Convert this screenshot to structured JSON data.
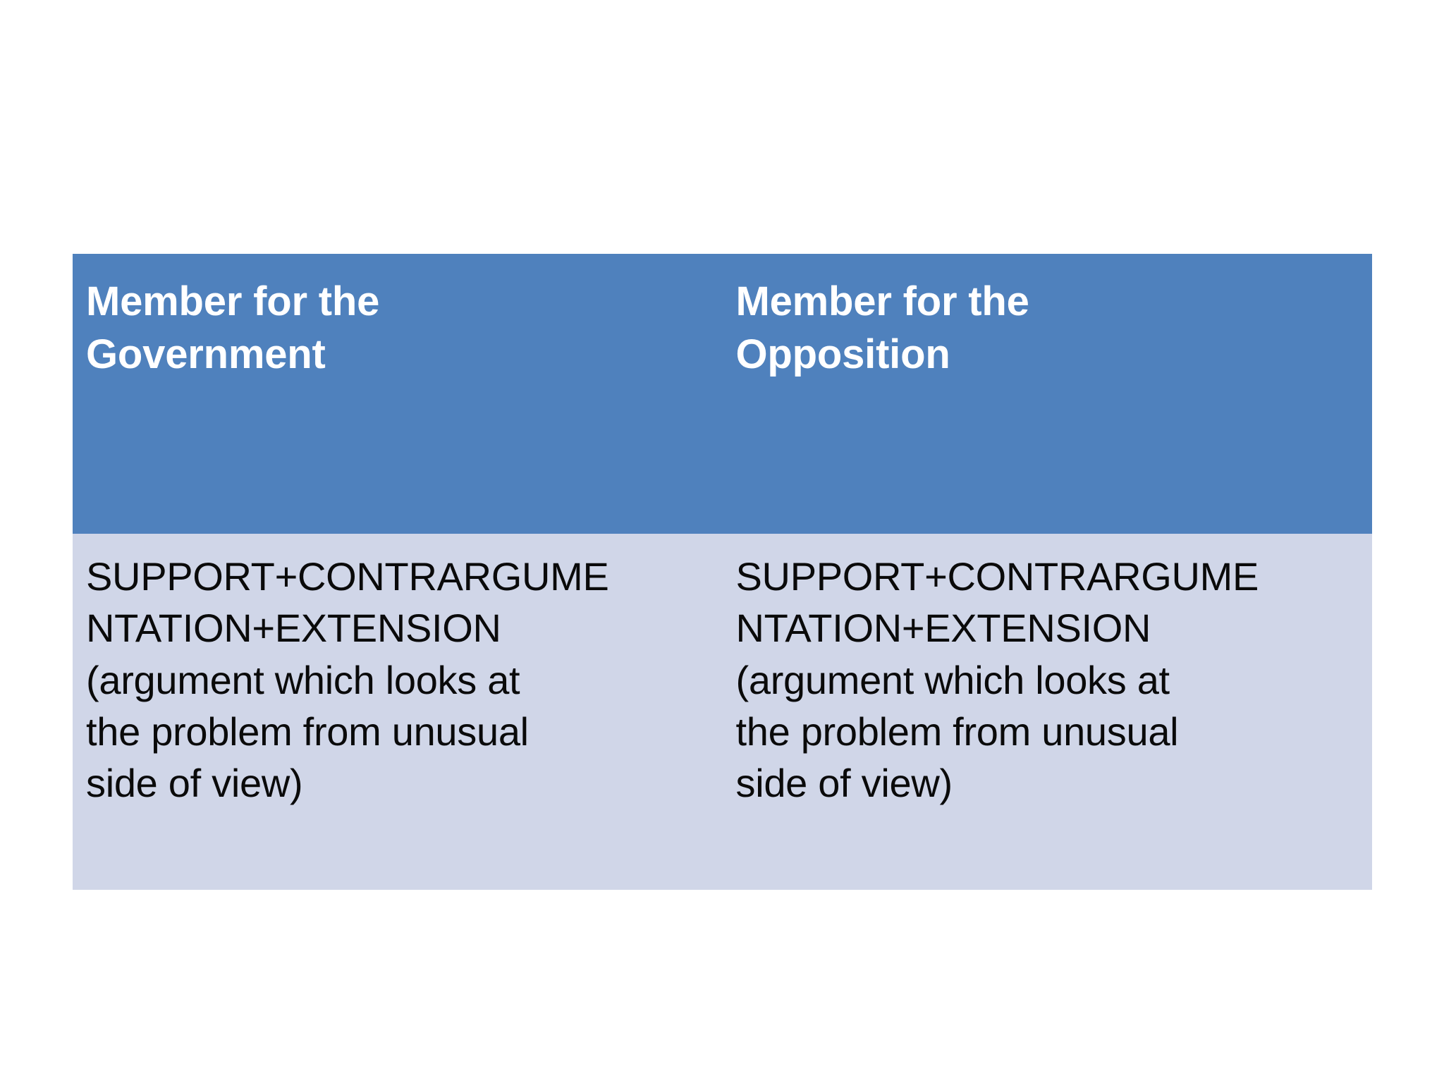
{
  "slide": {
    "background_color": "#FFFFFF",
    "table": {
      "header_fill": "#4F81BD",
      "header_text_color": "#FFFFFF",
      "body_fill": "#D0D6E8",
      "body_text_color": "#0A0A0A",
      "columns": [
        {
          "header": "Member for the\nGovernment",
          "body": "SUPPORT+CONTRARGUME\nNTATION+EXTENSION\n(argument which looks at\nthe problem from unusual\nside of view)"
        },
        {
          "header": "Member for the\nOpposition",
          "body": "SUPPORT+CONTRARGUME\nNTATION+EXTENSION\n(argument which looks at\nthe problem from unusual\nside of view)"
        }
      ]
    }
  }
}
